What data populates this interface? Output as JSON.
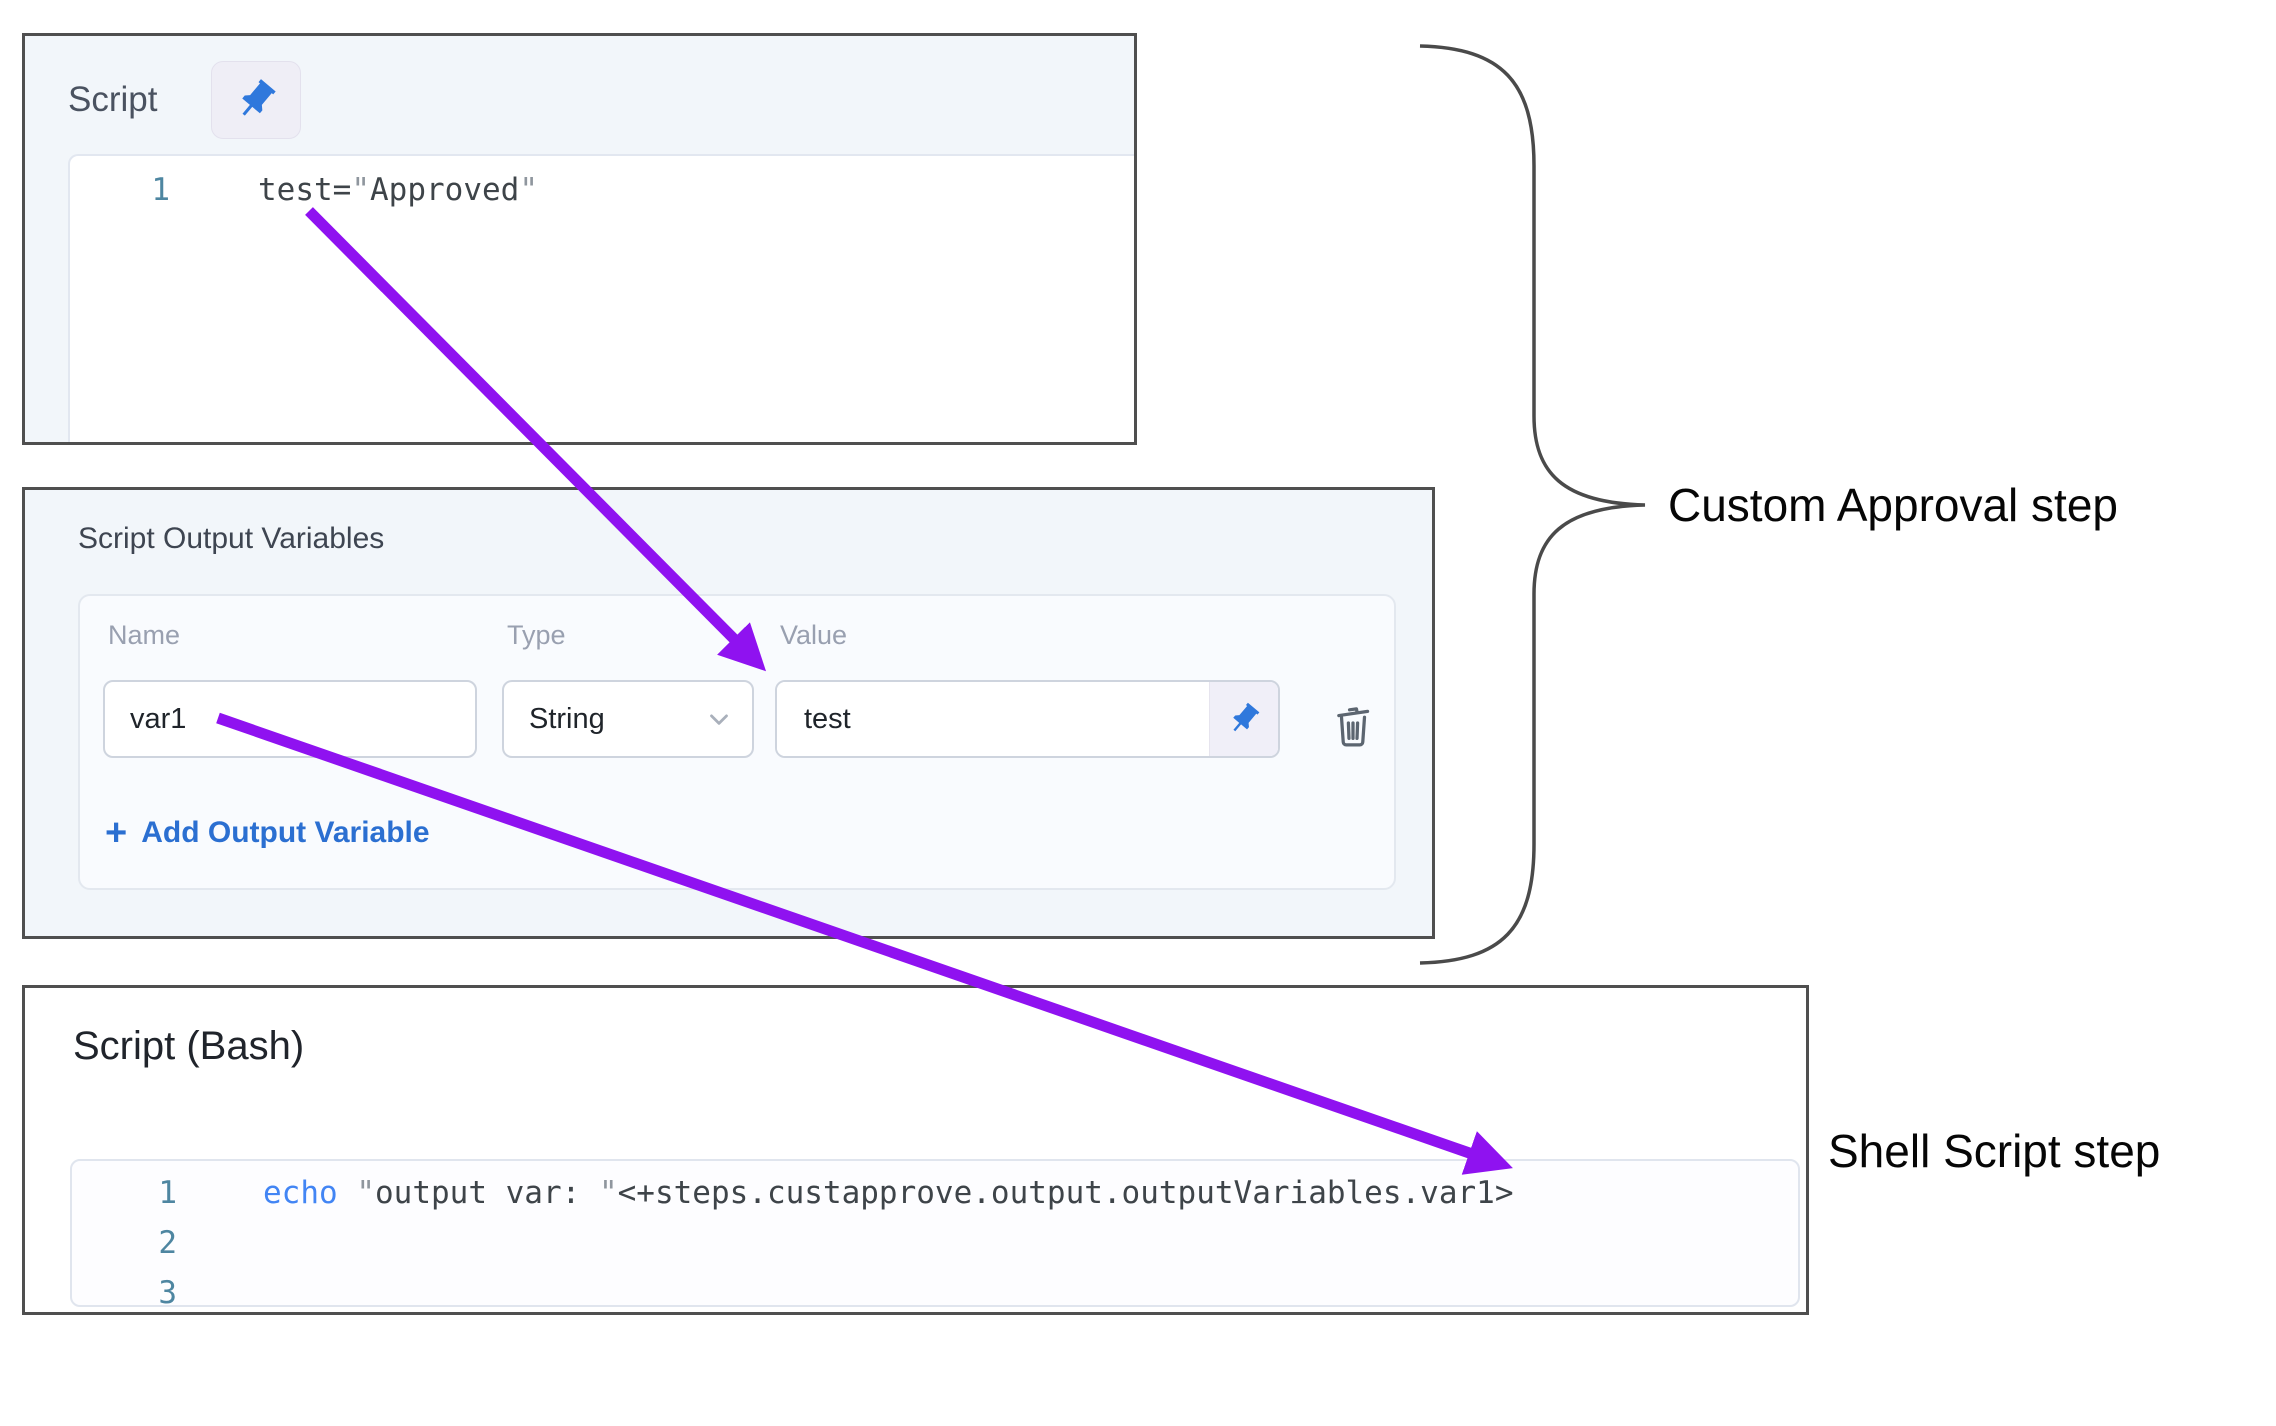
{
  "script_step": {
    "title": "Script",
    "line_number": "1",
    "code": {
      "lhs": "test=",
      "quote_open": "\"",
      "value": "Approved",
      "quote_close": "\""
    }
  },
  "output_variables": {
    "title": "Script Output Variables",
    "columns": {
      "name": "Name",
      "type": "Type",
      "value": "Value"
    },
    "row": {
      "name": "var1",
      "type": "String",
      "value": "test"
    },
    "add_plus": "+",
    "add_label": "Add Output Variable"
  },
  "bash_step": {
    "title": "Script (Bash)",
    "line_numbers": [
      "1",
      "2",
      "3"
    ],
    "code": {
      "keyword": "echo",
      "space": " ",
      "quote_open": "\"",
      "string": "output var: ",
      "quote_close": "\"",
      "expression": "<+steps.custapprove.output.outputVariables.var1>"
    }
  },
  "annotations": {
    "custom_approval": "Custom Approval step",
    "shell_script": "Shell Script step"
  },
  "icons": {
    "pin": "pin-icon",
    "trash": "trash-icon",
    "chevron": "chevron-down-icon",
    "plus": "plus-icon"
  },
  "colors": {
    "accent_purple": "#8F12F0",
    "link_blue": "#2B6FD1",
    "pin_blue": "#2F78DC",
    "keyword_blue": "#4285F4",
    "line_number_blue": "#4E86A1",
    "panel_border": "#4F4F4F",
    "annotation_stroke": "#4A4A4A"
  }
}
